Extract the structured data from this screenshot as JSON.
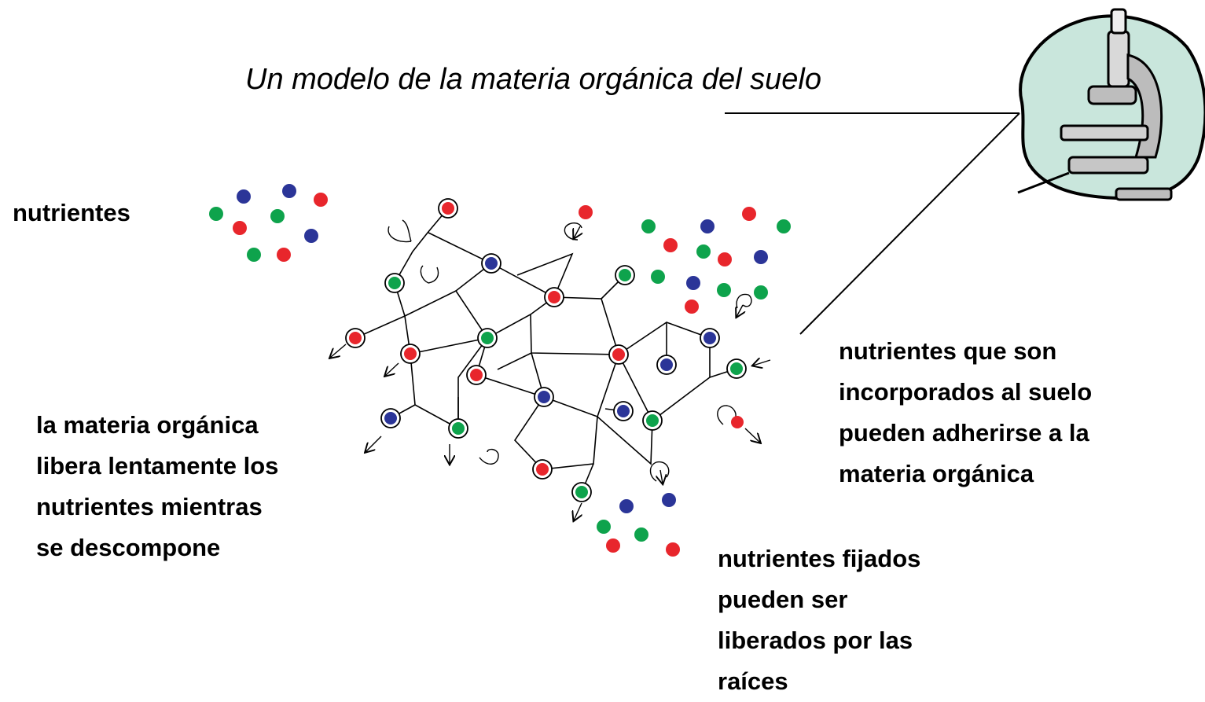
{
  "title": "Un modelo de la materia orgánica del suelo",
  "labels": {
    "nutrients": "nutrientes",
    "organic_matter_release": [
      "la materia orgánica",
      "libera lentamente los",
      "nutrientes mientras",
      "se descompone"
    ],
    "incorporated": [
      "nutrientes que son",
      "incorporados al suelo",
      "pueden adherirse a la",
      "materia orgánica"
    ],
    "fixed": [
      "nutrientes fijados",
      "pueden ser",
      "liberados por las",
      "raíces"
    ]
  },
  "colors": {
    "red": "#e8262c",
    "green": "#0ea34c",
    "blue": "#2b3598",
    "microscope_bg": "#c9e6dc"
  },
  "icons": [
    "microscope-icon"
  ]
}
